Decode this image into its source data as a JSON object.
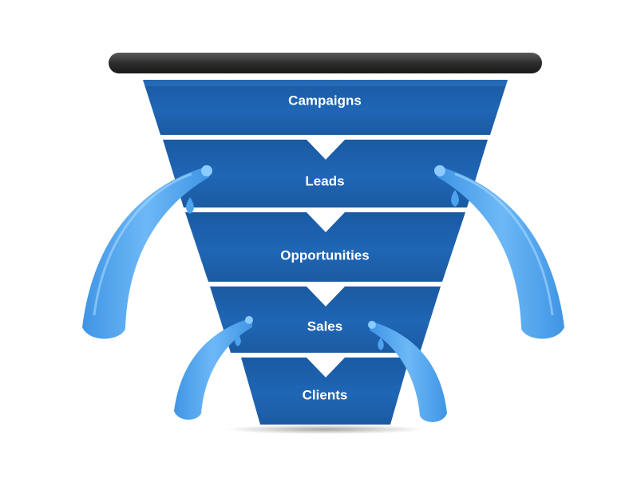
{
  "diagram": {
    "type": "sales-funnel",
    "stages": [
      {
        "label": "Campaigns"
      },
      {
        "label": "Leads"
      },
      {
        "label": "Opportunities"
      },
      {
        "label": "Sales"
      },
      {
        "label": "Clients"
      }
    ],
    "leaks": [
      {
        "from_stage": "Leads",
        "side": "left"
      },
      {
        "from_stage": "Leads",
        "side": "right"
      },
      {
        "from_stage": "Sales",
        "side": "left"
      },
      {
        "from_stage": "Sales",
        "side": "right"
      }
    ],
    "colors": {
      "rim": "#3a3a3a",
      "stage_fill": "#1d5fa8",
      "stage_dark": "#164f8f",
      "leak": "#4da3ee",
      "leak_light": "#8ccbff",
      "label": "#ffffff"
    }
  }
}
